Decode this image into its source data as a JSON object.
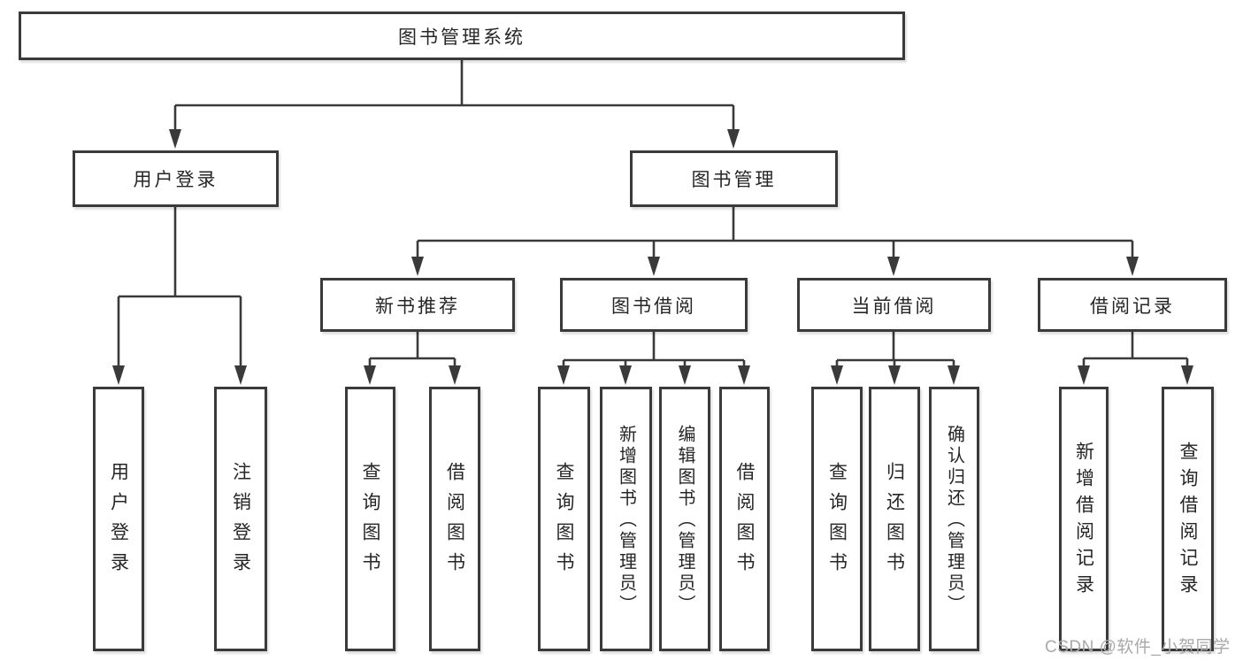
{
  "tree": {
    "label": "图书管理系统",
    "children": [
      {
        "label": "用户登录",
        "children": [
          {
            "label": "用户登录"
          },
          {
            "label": "注销登录"
          }
        ]
      },
      {
        "label": "图书管理",
        "children": [
          {
            "label": "新书推荐",
            "children": [
              {
                "label": "查询图书"
              },
              {
                "label": "借阅图书"
              }
            ]
          },
          {
            "label": "图书借阅",
            "children": [
              {
                "label": "查询图书"
              },
              {
                "label": "新增图书（管理员）"
              },
              {
                "label": "编辑图书（管理员）"
              },
              {
                "label": "借阅图书"
              }
            ]
          },
          {
            "label": "当前借阅",
            "children": [
              {
                "label": "查询图书"
              },
              {
                "label": "归还图书"
              },
              {
                "label": "确认归还（管理员）"
              }
            ]
          },
          {
            "label": "借阅记录",
            "children": [
              {
                "label": "新增借阅记录"
              },
              {
                "label": "查询借阅记录"
              }
            ]
          }
        ]
      }
    ]
  },
  "watermark": "CSDN @软件_小贺同学",
  "colors": {
    "line": "#3a3a3a",
    "text": "#262626",
    "watermark_gray": "#a9a9a9",
    "background": "#ffffff"
  }
}
